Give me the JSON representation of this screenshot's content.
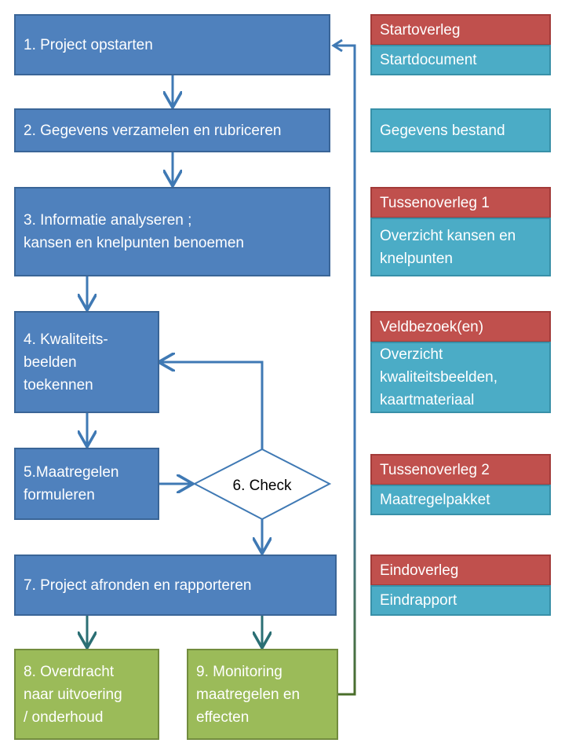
{
  "colors": {
    "process_blue": "#4f81bd",
    "outcome_green": "#9bbb59",
    "meeting_red": "#c0504d",
    "deliverable_teal": "#4bacc6",
    "connector_blue": "#3f79b4",
    "connector_green": "#4a6e2a",
    "connector_teal": "#2b6f74"
  },
  "steps": {
    "s1": "1. Project opstarten",
    "s2": "2. Gegevens verzamelen en rubriceren",
    "s3": "3. Informatie analyseren ;\nkansen en knelpunten benoemen",
    "s4": "4. Kwaliteits-\nbeelden\ntoekennen",
    "s5": "5.Maatregelen\nformuleren",
    "s6": "6. Check",
    "s7": "7. Project afronden en rapporteren",
    "s8": "8. Overdracht\nnaar uitvoering\n/ onderhoud",
    "s9": "9. Monitoring\nmaatregelen en\neffecten"
  },
  "side": {
    "startoverleg": "Startoverleg",
    "startdocument": "Startdocument",
    "gegevens_bestand": "Gegevens bestand",
    "tussenoverleg1": "Tussenoverleg 1",
    "overzicht_kansen": "Overzicht kansen en\nknelpunten",
    "veldbezoek": "Veldbezoek(en)",
    "overzicht_kwaliteit": "Overzicht\nkwaliteitsbeelden,\nkaartmateriaal",
    "tussenoverleg2": "Tussenoverleg 2",
    "maatregelpakket": "Maatregelpakket",
    "eindoverleg": "Eindoverleg",
    "eindrapport": "Eindrapport"
  }
}
